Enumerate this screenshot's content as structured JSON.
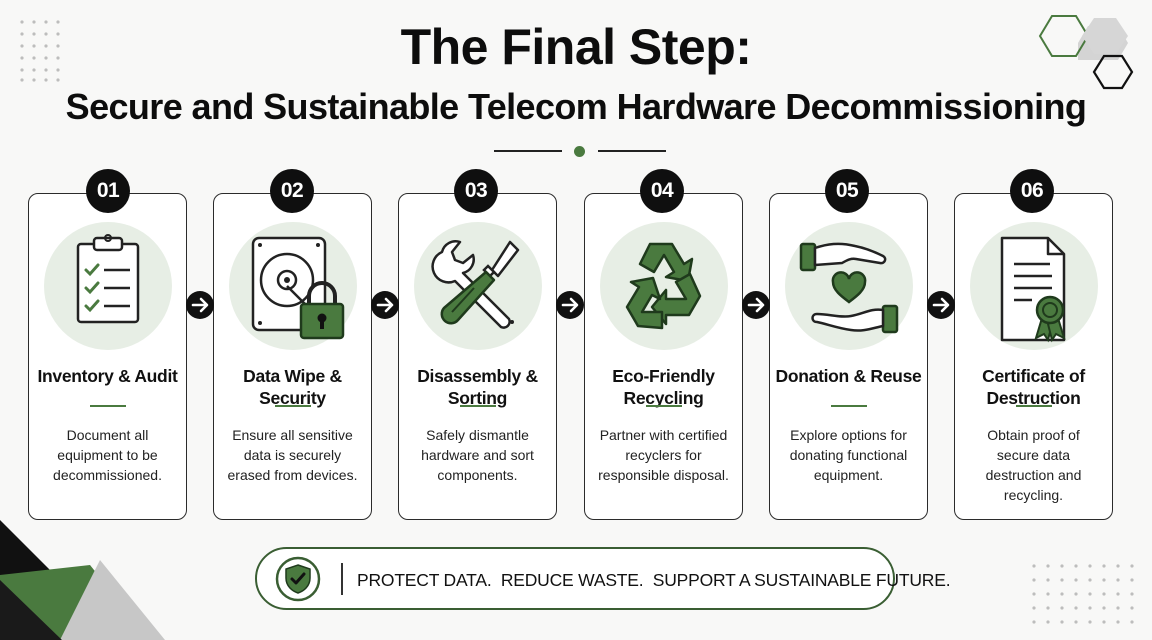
{
  "header": {
    "title": "The Final Step:",
    "subtitle": "Secure and Sustainable Telecom Hardware Decommissioning"
  },
  "steps": [
    {
      "number": "01",
      "title": "Inventory & Audit",
      "description": "Document all equipment to be decommissioned.",
      "icon": "clipboard-checklist-icon"
    },
    {
      "number": "02",
      "title": "Data Wipe & Security",
      "description": "Ensure all sensitive data is securely erased from devices.",
      "icon": "hard-drive-lock-icon"
    },
    {
      "number": "03",
      "title": "Disassembly & Sorting",
      "description": "Safely dismantle hardware and sort components.",
      "icon": "wrench-screwdriver-icon"
    },
    {
      "number": "04",
      "title": "Eco-Friendly Recycling",
      "description": "Partner with certified recyclers for responsible disposal.",
      "icon": "recycle-icon"
    },
    {
      "number": "05",
      "title": "Donation & Reuse",
      "description": "Explore options for donating functional equipment.",
      "icon": "hands-heart-icon"
    },
    {
      "number": "06",
      "title": "Certificate of Destruction",
      "description": "Obtain proof of secure data destruction and recycling.",
      "icon": "certificate-icon"
    }
  ],
  "banner": {
    "text": "PROTECT DATA.  REDUCE WASTE.  SUPPORT A SUSTAINABLE FUTURE.",
    "icon": "shield-check-icon"
  },
  "colors": {
    "accent": "#4a7a3f",
    "dark": "#0f0f0f",
    "icon_bg": "#e7eee5",
    "background": "#f8f8f7"
  }
}
